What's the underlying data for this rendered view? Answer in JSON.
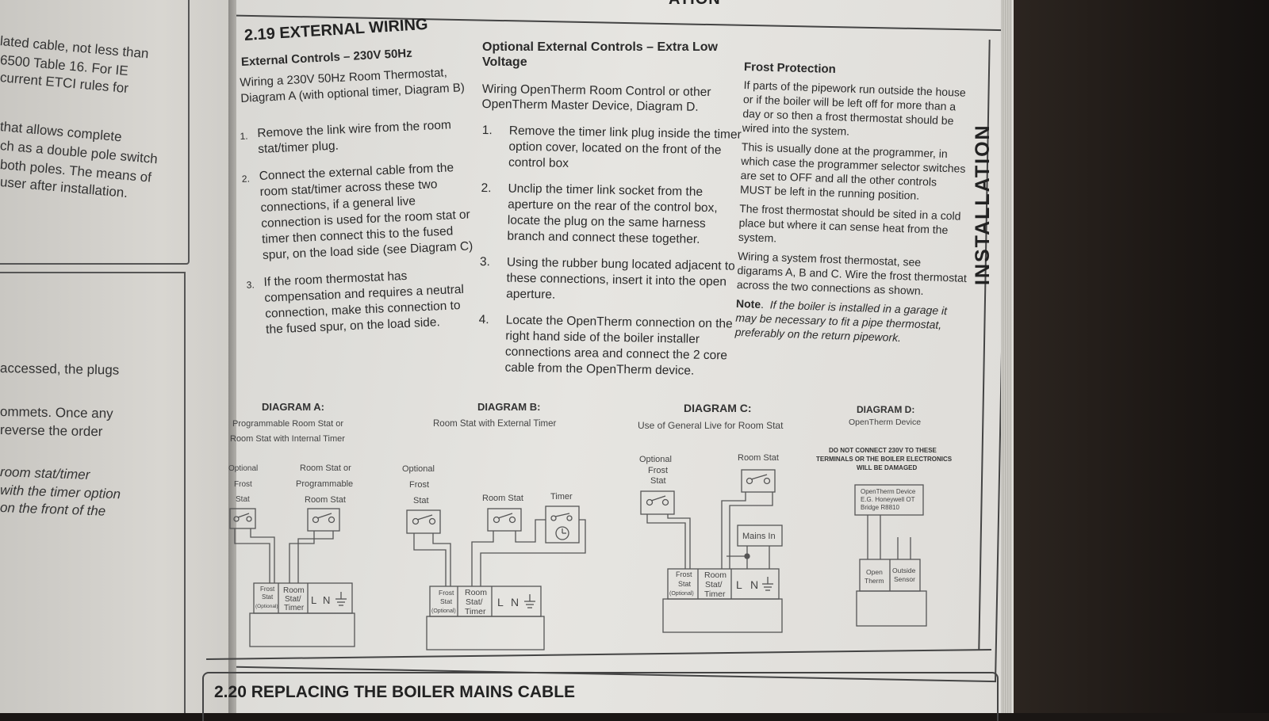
{
  "left_page": {
    "lines": [
      "lated cable, not less than",
      "6500 Table 16. For IE",
      "current ETCI rules for",
      "that allows complete",
      "ch as a double pole switch",
      "both poles. The means of",
      "user after installation.",
      "accessed, the plugs",
      "ommets.  Once any",
      "reverse the order"
    ],
    "italic_lines": [
      "room stat/timer",
      "with the timer option",
      "on the front of the"
    ]
  },
  "header_partial": "ATION",
  "section_title": "2.19 EXTERNAL WIRING",
  "col1": {
    "subtitle": "External Controls – 230V 50Hz",
    "intro": "Wiring a 230V 50Hz Room Thermostat, Diagram A (with optional timer, Diagram B)",
    "items": [
      {
        "num": "1.",
        "text": "Remove the link wire from the room stat/timer plug."
      },
      {
        "num": "2.",
        "text": "Connect the external cable from the room stat/timer across these two connections, if a general live connection is used for the room stat or timer then connect this to the fused spur, on the load side (see Diagram C)"
      },
      {
        "num": "3.",
        "text": "If the room thermostat has compensation and requires a neutral connection, make this connection to the fused spur, on the load side."
      }
    ]
  },
  "col2": {
    "title": "Optional External Controls – Extra Low Voltage",
    "intro": "Wiring OpenTherm Room Control or other OpenTherm Master Device, Diagram D.",
    "items": [
      {
        "num": "1.",
        "text": "Remove the timer link plug inside the timer option cover, located on the front of the control box"
      },
      {
        "num": "2.",
        "text": "Unclip the timer link socket from the aperture on the rear of the control box, locate the plug on the same harness branch and connect these together."
      },
      {
        "num": "3.",
        "text": "Using the rubber bung located adjacent to these connections, insert it into the open aperture."
      },
      {
        "num": "4.",
        "text": "Locate the OpenTherm connection on the right hand side of the boiler installer connections area and connect the 2 core cable from the OpenTherm device."
      }
    ]
  },
  "col3": {
    "title": "Frost Protection",
    "p1": "If parts of the pipework run outside the house or if the boiler will be left off for more than a day or so then a frost thermostat should be wired into the system.",
    "p2": "This is usually done at the programmer, in which case the programmer selector switches are set to OFF and all the other controls MUST be left in the running position.",
    "p3": "The frost thermostat should be sited in a cold place but where it can sense heat from the system.",
    "p4": "Wiring a system frost thermostat, see digarams A, B and C.  Wire the frost thermostat across the two connections as shown.",
    "note_label": "Note",
    "note_text": "If the boiler is installed in a garage it may be necessary to fit a pipe thermostat, preferably on the return pipework."
  },
  "side_label": "INSTALLATION",
  "diagrams": {
    "a": {
      "title": "DIAGRAM A:",
      "sub1": "Programmable Room Stat or",
      "sub2": "Room Stat with Internal Timer",
      "opt1": "Optional",
      "opt2": "Frost",
      "opt3": "Stat",
      "rs1": "Room Stat or",
      "rs2": "Programmable",
      "rs3": "Room Stat"
    },
    "b": {
      "title": "DIAGRAM B:",
      "sub": "Room Stat with External Timer",
      "opt1": "Optional",
      "opt2": "Frost",
      "opt3": "Stat",
      "rs": "Room Stat",
      "timer": "Timer"
    },
    "c": {
      "title": "DIAGRAM C:",
      "sub": "Use of General Live for Room Stat",
      "opt1": "Optional",
      "opt2": "Frost",
      "opt3": "Stat",
      "rs": "Room Stat",
      "mains": "Mains In"
    },
    "d": {
      "title": "DIAGRAM D:",
      "sub": "OpenTherm Device",
      "warn1": "DO NOT CONNECT 230V TO THESE",
      "warn2": "TERMINALS OR THE BOILER ELECTRONICS",
      "warn3": "WILL BE DAMAGED",
      "dev1": "OpenTherm Device",
      "dev2": "E.G. Honeywell OT",
      "dev3": "Bridge R8810",
      "t1a": "Open",
      "t1b": "Therm",
      "t2a": "Outside",
      "t2b": "Sensor"
    },
    "terminal": {
      "frost1": "Frost",
      "frost2": "Stat",
      "frost3": "(Optional)",
      "room1": "Room",
      "room2": "Stat/",
      "room3": "Timer",
      "l": "L",
      "n": "N"
    }
  },
  "bottom_title": "2.20 REPLACING THE BOILER MAINS CABLE"
}
